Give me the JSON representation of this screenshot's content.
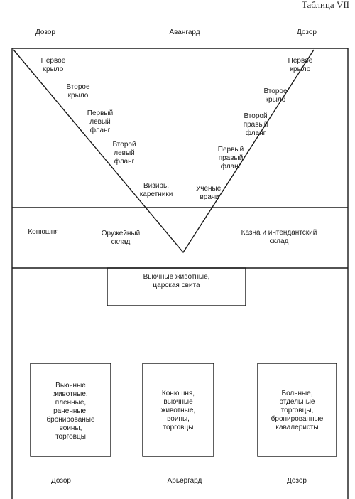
{
  "header": {
    "title": "Таблица VII"
  },
  "top": {
    "left_patrol": "Дозор",
    "vanguard": "Авангард",
    "right_patrol": "Дозор"
  },
  "left_wing": {
    "first_wing": "Первое\nкрыло",
    "second_wing": "Второе\nкрыло",
    "first_left_flank": "Первый\nлевый\nфланг",
    "second_left_flank": "Второй\nлевый\nфланг",
    "vizier": "Визирь,\nкаретники"
  },
  "right_wing": {
    "first_wing": "Первое\nкрыло",
    "second_wing": "Второе\nкрыло",
    "second_right_flank": "Второй\nправый\nфланг",
    "first_right_flank": "Первый\nправый\nфланг",
    "scholars": "Ученые,\nврачи"
  },
  "middle_band": {
    "stable": "Конюшня",
    "armory": "Оружейный\nсклад",
    "treasury": "Казна и интендантский\nсклад"
  },
  "center_box": {
    "text": "Вьючные животные,\nцарская свита"
  },
  "bottom_boxes": {
    "left": "Вьючные\nживотные,\nпленные,\nраненные,\nбронированые\nвоины,\nторговцы",
    "middle": "Конюшня,\nвьючные\nживотные,\nвоины,\nторговцы",
    "right": "Больные,\nотдельные\nторговцы,\nбронированные\nкавалеристы"
  },
  "bottom": {
    "left_patrol": "Дозор",
    "rearguard": "Арьергард",
    "right_patrol": "Дозор"
  }
}
